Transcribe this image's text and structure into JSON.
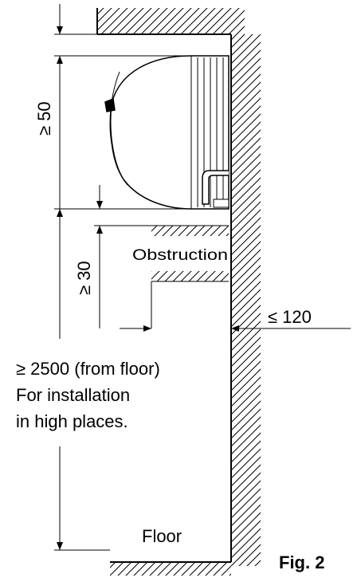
{
  "labels": {
    "clearance_top": "≥ 50",
    "clearance_obstruction": "≥ 30",
    "clearance_side": "≤ 120",
    "obstruction": "Obstruction",
    "height_line1": "≥ 2500 (from floor)",
    "height_line2": "For installation",
    "height_line3": "in high places.",
    "floor": "Floor",
    "figure": "Fig. 2"
  },
  "icons": {
    "indoor_unit": "wall-mounted-air-conditioner-icon"
  }
}
